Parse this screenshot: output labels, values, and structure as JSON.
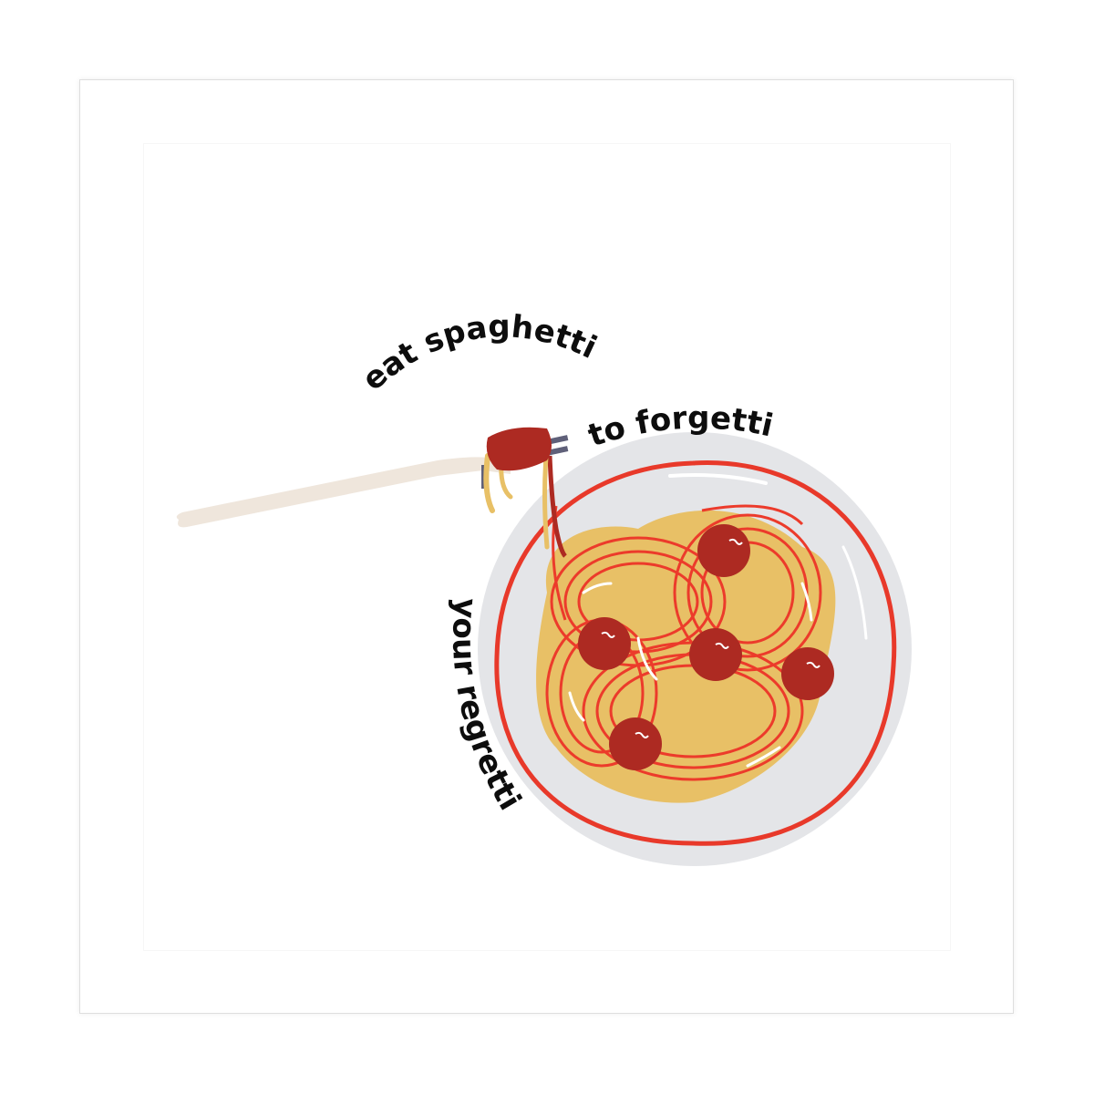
{
  "artwork": {
    "title_lines": [
      {
        "id": "line1",
        "text": "eat spaghetti"
      },
      {
        "id": "line2",
        "text": "to forgetti"
      },
      {
        "id": "line3",
        "text": "your regretti."
      }
    ],
    "illustration": {
      "subject": "plate of spaghetti with meatballs and a fork twirling spaghetti",
      "meatball_count": 6
    },
    "colors": {
      "background": "#ffffff",
      "card_border": "#dedede",
      "text": "#0d0d0d",
      "plate": "#e4e5e8",
      "plate_rim": "#e8392a",
      "spaghetti": "#e8c066",
      "sauce_line": "#ec3b2b",
      "meatball": "#ad2a22",
      "fork": "#efe6dc",
      "fork_tines": "#5f6079"
    }
  }
}
